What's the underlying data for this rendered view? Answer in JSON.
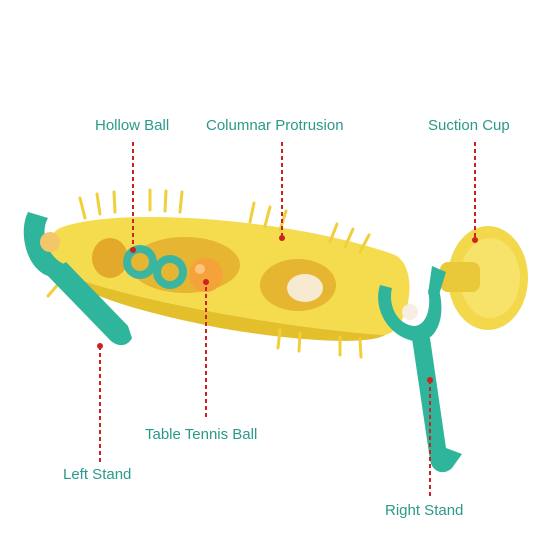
{
  "labels": {
    "hollow_ball": "Hollow Ball",
    "columnar_protrusion": "Columnar Protrusion",
    "suction_cup": "Suction Cup",
    "table_tennis_ball": "Table Tennis Ball",
    "left_stand": "Left Stand",
    "right_stand": "Right Stand"
  },
  "colors": {
    "label_text": "#2a9a8a",
    "leader_line": "#cc2222",
    "tube_yellow": "#f5dc4e",
    "tube_shadow": "#e3bf2c",
    "stand_teal": "#2fb59c",
    "ball_orange": "#f6a23a",
    "ball_teal": "#3cb5a0"
  }
}
